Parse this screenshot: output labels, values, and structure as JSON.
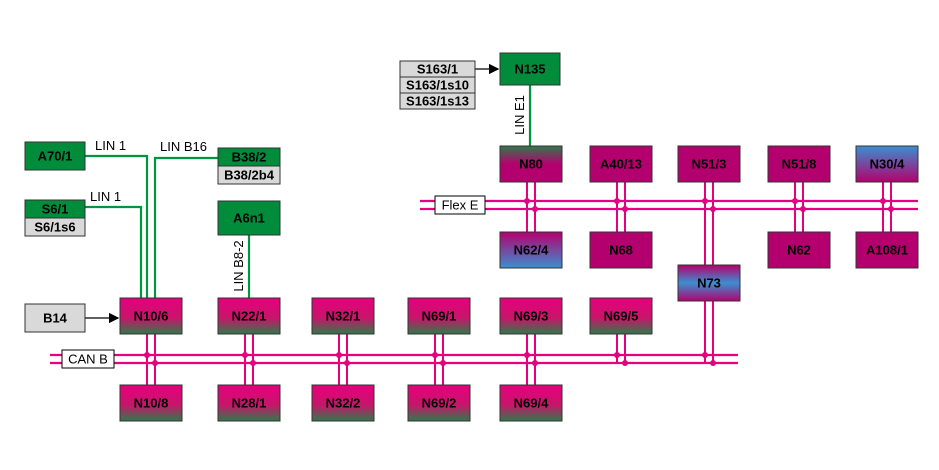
{
  "colors": {
    "bus": "#e6007e",
    "link": "#009640",
    "node_green": "#008c3a",
    "node_grey": "#d9d9d9",
    "node_magenta": "#e6007e",
    "node_purple": "#b4006e",
    "node_blue": "#3b8fd0",
    "stroke": "#333333"
  },
  "buses": [
    {
      "id": "can-b",
      "label": "CAN B"
    },
    {
      "id": "flex-e",
      "label": "Flex E"
    }
  ],
  "links": [
    {
      "id": "lin1-a",
      "label": "LIN 1"
    },
    {
      "id": "lin1-b",
      "label": "LIN 1"
    },
    {
      "id": "linb16",
      "label": "LIN B16"
    },
    {
      "id": "linb82",
      "label": "LIN B8-2"
    },
    {
      "id": "line1",
      "label": "LIN E1"
    }
  ],
  "nodes": [
    {
      "id": "A70/1",
      "label": "A70/1",
      "style": "green"
    },
    {
      "id": "S6/1",
      "label": "S6/1",
      "sub": "S6/1s6",
      "style": "green"
    },
    {
      "id": "B38/2",
      "label": "B38/2",
      "sub": "B38/2b4",
      "style": "green"
    },
    {
      "id": "A6n1",
      "label": "A6n1",
      "style": "green"
    },
    {
      "id": "B14",
      "label": "B14",
      "style": "grey"
    },
    {
      "id": "S163/1",
      "label": "S163/1",
      "sub": "S163/1s10",
      "sub2": "S163/1s13",
      "style": "grey"
    },
    {
      "id": "N135",
      "label": "N135",
      "style": "green"
    },
    {
      "id": "N10/6",
      "label": "N10/6",
      "style": "magenta-green"
    },
    {
      "id": "N22/1",
      "label": "N22/1",
      "style": "magenta-green"
    },
    {
      "id": "N32/1",
      "label": "N32/1",
      "style": "magenta-green"
    },
    {
      "id": "N69/1",
      "label": "N69/1",
      "style": "magenta-green"
    },
    {
      "id": "N69/3",
      "label": "N69/3",
      "style": "magenta-green"
    },
    {
      "id": "N69/5",
      "label": "N69/5",
      "style": "magenta-green"
    },
    {
      "id": "N10/8",
      "label": "N10/8",
      "style": "magenta-green"
    },
    {
      "id": "N28/1",
      "label": "N28/1",
      "style": "magenta-green"
    },
    {
      "id": "N32/2",
      "label": "N32/2",
      "style": "magenta-green"
    },
    {
      "id": "N69/2",
      "label": "N69/2",
      "style": "magenta-green"
    },
    {
      "id": "N69/4",
      "label": "N69/4",
      "style": "magenta-green"
    },
    {
      "id": "N80",
      "label": "N80",
      "style": "green-purple"
    },
    {
      "id": "A40/13",
      "label": "A40/13",
      "style": "purple"
    },
    {
      "id": "N51/3",
      "label": "N51/3",
      "style": "purple"
    },
    {
      "id": "N51/8",
      "label": "N51/8",
      "style": "purple"
    },
    {
      "id": "N30/4",
      "label": "N30/4",
      "style": "blue-purple"
    },
    {
      "id": "N62/4",
      "label": "N62/4",
      "style": "purple-blue"
    },
    {
      "id": "N68",
      "label": "N68",
      "style": "purple"
    },
    {
      "id": "N73",
      "label": "N73",
      "style": "purple-blue-purple"
    },
    {
      "id": "N62",
      "label": "N62",
      "style": "purple"
    },
    {
      "id": "A108/1",
      "label": "A108/1",
      "style": "purple"
    }
  ]
}
